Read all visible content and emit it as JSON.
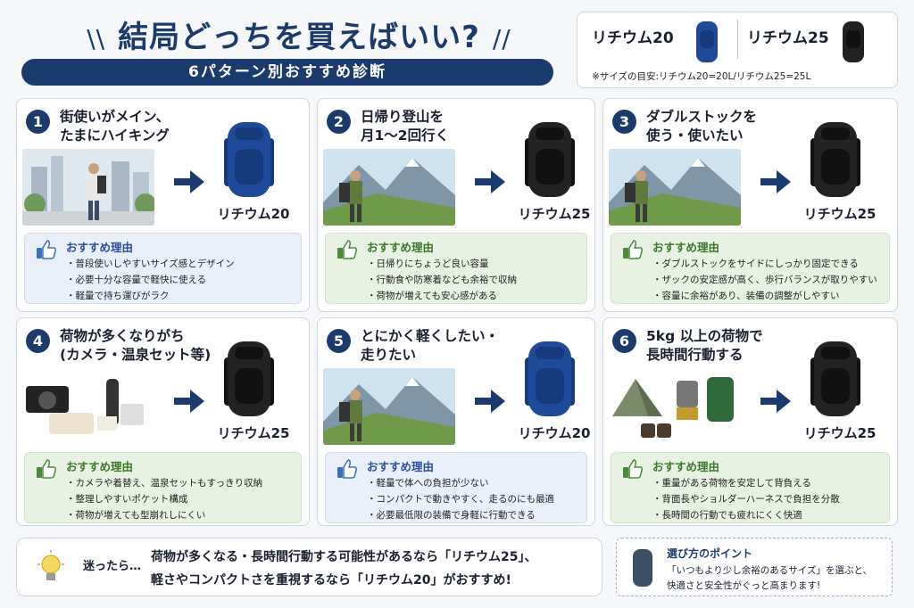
{
  "header": {
    "title": "結局どっちを買えばいい?",
    "subtitle": "6パターン別おすすめ診断"
  },
  "legend": {
    "item1": "リチウム20",
    "item2": "リチウム25",
    "note": "※サイズの目安:リチウム20=20L/リチウム25=25L"
  },
  "colors": {
    "navy": "#1b3a6e",
    "blue_pack": "#1f4a9a",
    "black_pack": "#222222"
  },
  "reason_heading": "おすすめ理由",
  "cards": [
    {
      "num": "1",
      "title": "街使いがメイン、\nたまにハイキング",
      "pack": "リチウム20",
      "packColor": "blue",
      "scene": "city",
      "tone": "blue",
      "reasons": [
        "・普段使いしやすいサイズ感とデザイン",
        "・必要十分な容量で軽快に使える",
        "・軽量で持ち運びがラク"
      ]
    },
    {
      "num": "2",
      "title": "日帰り登山を\n月1〜2回行く",
      "pack": "リチウム25",
      "packColor": "black",
      "scene": "mountain",
      "tone": "green",
      "reasons": [
        "・日帰りにちょうど良い容量",
        "・行動食や防寒着なども余裕で収納",
        "・荷物が増えても安心感がある"
      ]
    },
    {
      "num": "3",
      "title": "ダブルストックを\n使う・使いたい",
      "pack": "リチウム25",
      "packColor": "black",
      "scene": "mountain",
      "tone": "green",
      "reasons": [
        "・ダブルストックをサイドにしっかり固定できる",
        "・ザックの安定感が高く、歩行バランスが取りやすい",
        "・容量に余裕があり、装備の調整がしやすい"
      ]
    },
    {
      "num": "4",
      "title": "荷物が多くなりがち\n(カメラ・温泉セット等)",
      "pack": "リチウム25",
      "packColor": "black",
      "scene": "items",
      "tone": "green",
      "reasons": [
        "・カメラや着替え、温泉セットもすっきり収納",
        "・整理しやすいポケット構成",
        "・荷物が増えても型崩れしにくい"
      ]
    },
    {
      "num": "5",
      "title": "とにかく軽くしたい・\n走りたい",
      "pack": "リチウム20",
      "packColor": "blue",
      "scene": "mountain",
      "tone": "blue",
      "reasons": [
        "・軽量で体への負担が少ない",
        "・コンパクトで動きやすく、走るのにも最適",
        "・必要最低限の装備で身軽に行動できる"
      ]
    },
    {
      "num": "6",
      "title": "5kg 以上の荷物で\n長時間行動する",
      "pack": "リチウム25",
      "packColor": "black",
      "scene": "camp",
      "tone": "green",
      "reasons": [
        "・重量がある荷物を安定して背負える",
        "・背面長やショルダーハーネスで負担を分散",
        "・長時間の行動でも疲れにくく快適"
      ]
    }
  ],
  "bottom": {
    "lead": "迷ったら…",
    "line1": "荷物が多くなる・長時間行動する可能性があるなら「リチウム25」、",
    "line2": "軽さやコンパクトさを重視するなら「リチウム20」がおすすめ!"
  },
  "point": {
    "heading": "選び方のポイント",
    "line1": "「いつもより少し余裕のあるサイズ」を選ぶと、",
    "line2": "快適さと安全性がぐっと高まります!"
  }
}
